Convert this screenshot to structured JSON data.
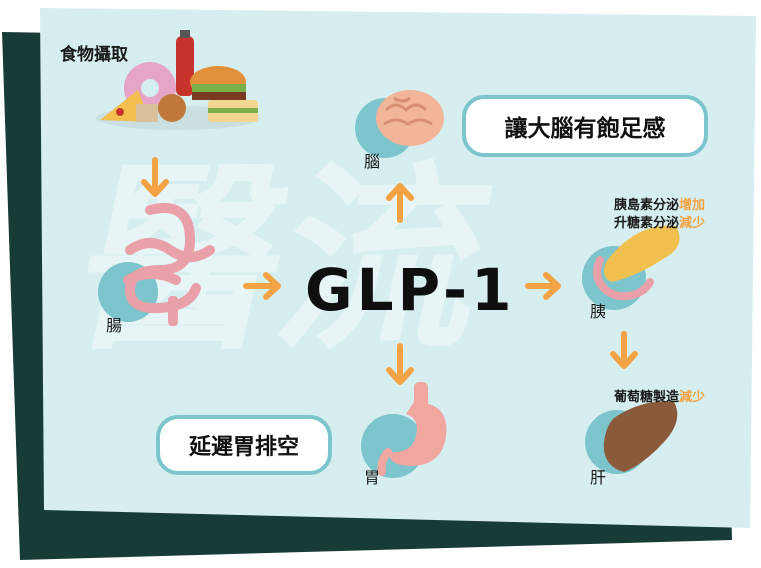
{
  "title": "GLP-1",
  "food_label": "食物攝取",
  "organs": {
    "brain": "腦",
    "intestine": "腸",
    "pancreas": "胰",
    "stomach": "胃",
    "liver": "肝"
  },
  "effects": {
    "brain_effect": "讓大腦有飽足感",
    "stomach_effect": "延遲胃排空",
    "insulin_text": "胰島素分泌",
    "insulin_change": "增加",
    "glucagon_text": "升糖素分泌",
    "glucagon_change": "減少",
    "glucose_text": "葡萄糖製造",
    "glucose_change": "減少"
  },
  "watermark": "醫流",
  "colors": {
    "background_panel": "#d6eef0",
    "frame_dark": "#173b36",
    "accent_teal": "#7cc5cc",
    "arrow_orange": "#f3a343",
    "organ_circle": "#7cc5cc"
  },
  "icons": [
    "food-pile-icon",
    "brain-icon",
    "intestine-icon",
    "pancreas-icon",
    "stomach-icon",
    "liver-icon",
    "arrow-icon"
  ]
}
